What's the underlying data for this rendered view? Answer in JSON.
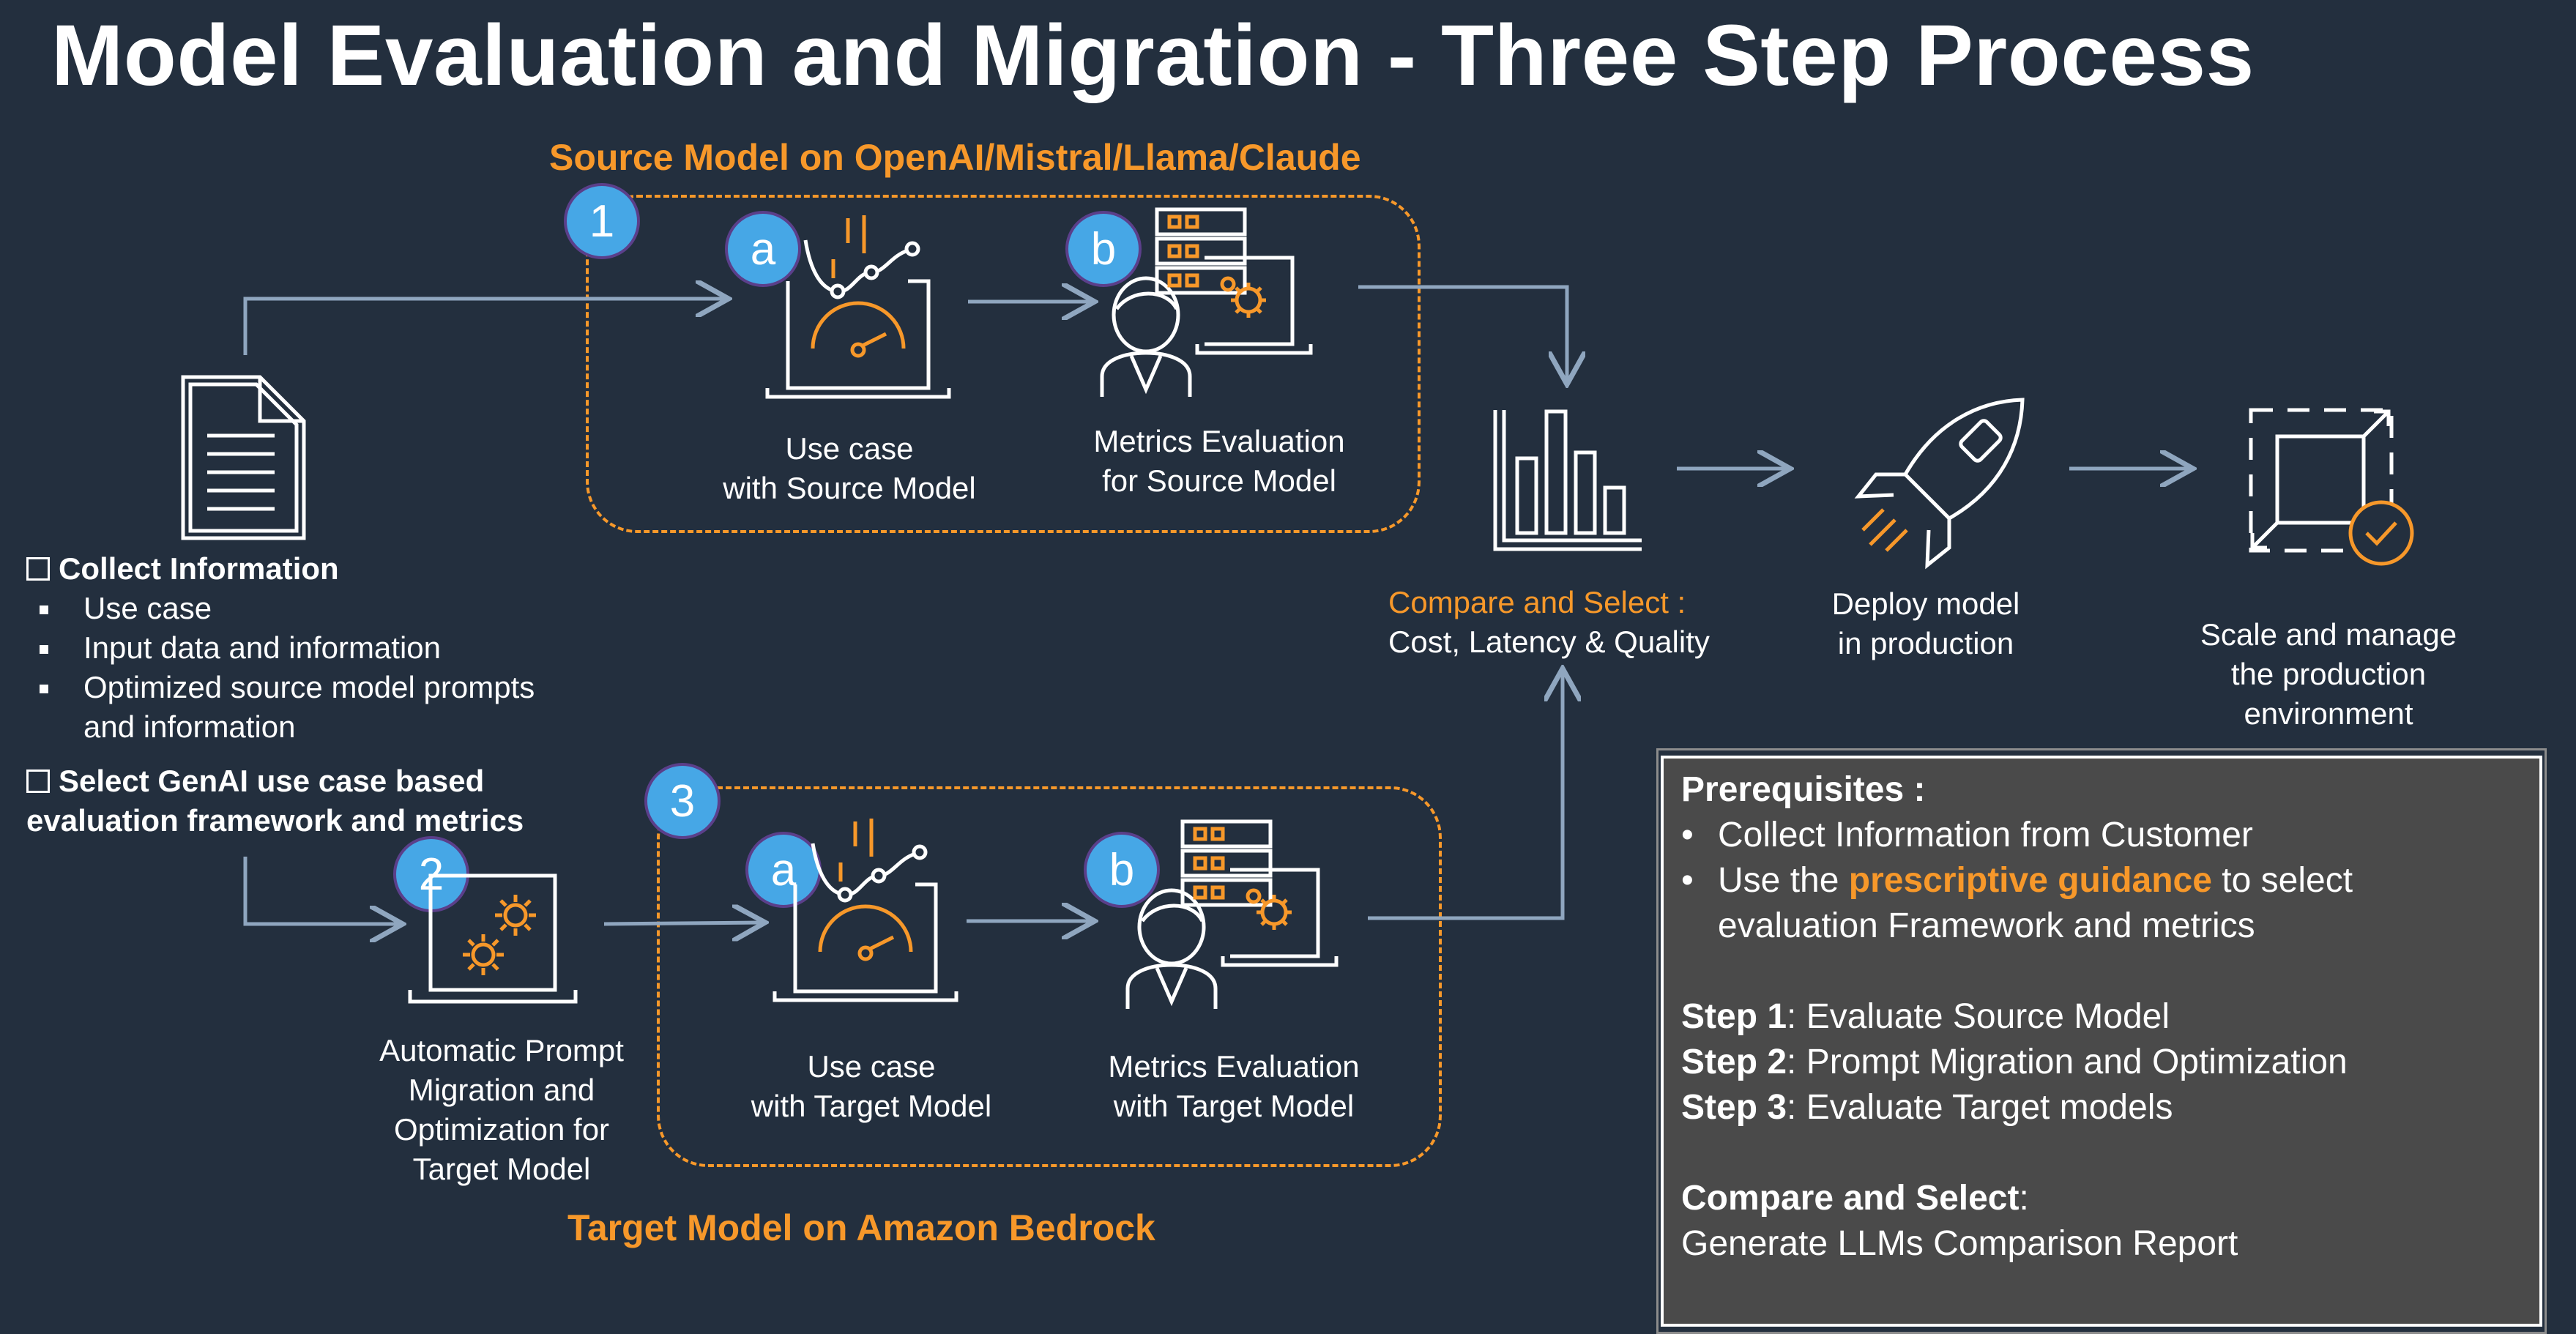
{
  "title": "Model Evaluation and Migration - Three Step Process",
  "source_label": "Source Model on OpenAI/Mistral/Llama/Claude",
  "target_label": "Target Model on Amazon Bedrock",
  "badges": {
    "one": "1",
    "two": "2",
    "three": "3",
    "a": "a",
    "b": "b"
  },
  "source": {
    "usecase": [
      "Use case",
      "with Source Model"
    ],
    "metrics": [
      "Metrics Evaluation",
      "for Source Model"
    ]
  },
  "target": {
    "usecase": [
      "Use case",
      "with Target Model"
    ],
    "metrics": [
      "Metrics Evaluation",
      "with Target Model"
    ]
  },
  "prompt_migration": [
    "Automatic Prompt",
    "Migration and",
    "Optimization for",
    "Target Model"
  ],
  "collect": {
    "heading": "Collect Information",
    "items": [
      "Use case",
      "Input data and information",
      "Optimized source model prompts",
      "and information"
    ]
  },
  "select": [
    "Select GenAI use case based",
    "evaluation framework and metrics"
  ],
  "compare": {
    "heading": "Compare and Select :",
    "detail": "Cost, Latency & Quality"
  },
  "deploy": [
    "Deploy model",
    "in production"
  ],
  "scale": [
    "Scale and manage",
    "the production",
    "environment"
  ],
  "prereq": {
    "heading": "Prerequisites :",
    "bullet1": "Collect Information from Customer",
    "bullet2_pre": "Use the ",
    "bullet2_hl": "prescriptive guidance",
    "bullet2_post": " to select",
    "bullet2_line2": "evaluation Framework and metrics",
    "step1_label": "Step 1",
    "step1_text": ": Evaluate Source Model",
    "step2_label": "Step 2",
    "step2_text": ": Prompt Migration and Optimization",
    "step3_label": "Step 3",
    "step3_text": ": Evaluate Target models",
    "compare_label": "Compare and Select",
    "compare_colon": ":",
    "compare_text": "Generate LLMs Comparison Report"
  },
  "colors": {
    "background": "#232f3e",
    "accent": "#f7982a",
    "badge": "#46a7e6",
    "arrow": "#8fa6bf"
  }
}
